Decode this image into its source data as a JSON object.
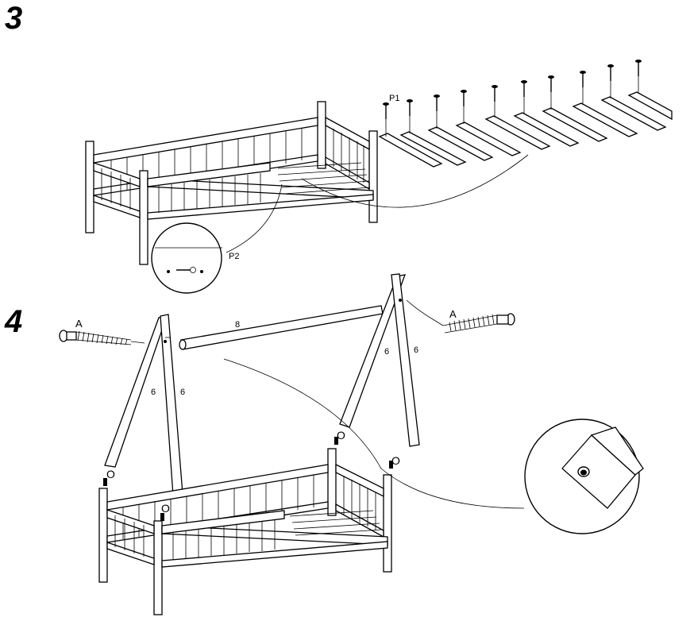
{
  "steps": {
    "step3": "3",
    "step4": "4"
  },
  "labels": {
    "p1": "P1",
    "p2": "P2",
    "bolt_a_left": "A",
    "bolt_a_right": "A",
    "beam_8": "8",
    "leg_6_a": "6",
    "leg_6_b": "6",
    "leg_6_c": "6",
    "leg_6_d": "6",
    "dowel_o_1": "O",
    "dowel_o_2": "O",
    "dowel_o_3": "O",
    "dowel_o_4": "O"
  },
  "colors": {
    "ink": "#000000",
    "paper": "#ffffff"
  }
}
